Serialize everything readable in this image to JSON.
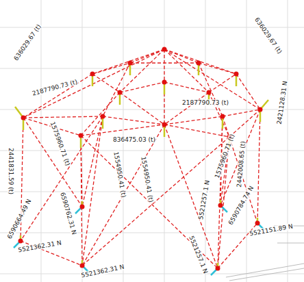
{
  "diagram": {
    "labels": [
      "636029.67 (t)",
      "636029.67 (t)",
      "836475.03 (t)",
      "2421128.31 N",
      "2442008.65 (t)",
      "2441831.59 (t)",
      "1575960.71 (t)",
      "1575960.71 (t)",
      "6590664.49 N",
      "5521362.31 N",
      "6590762.31 N",
      "5521362.31 N",
      "5521257.1 N",
      "5521257.1 N",
      "6590784.74 N",
      "5521151.89 N",
      "2187790.73 (t)",
      "2187790.73 (t)",
      "1554950.41 (t)",
      "1554950.41 (t)"
    ]
  }
}
